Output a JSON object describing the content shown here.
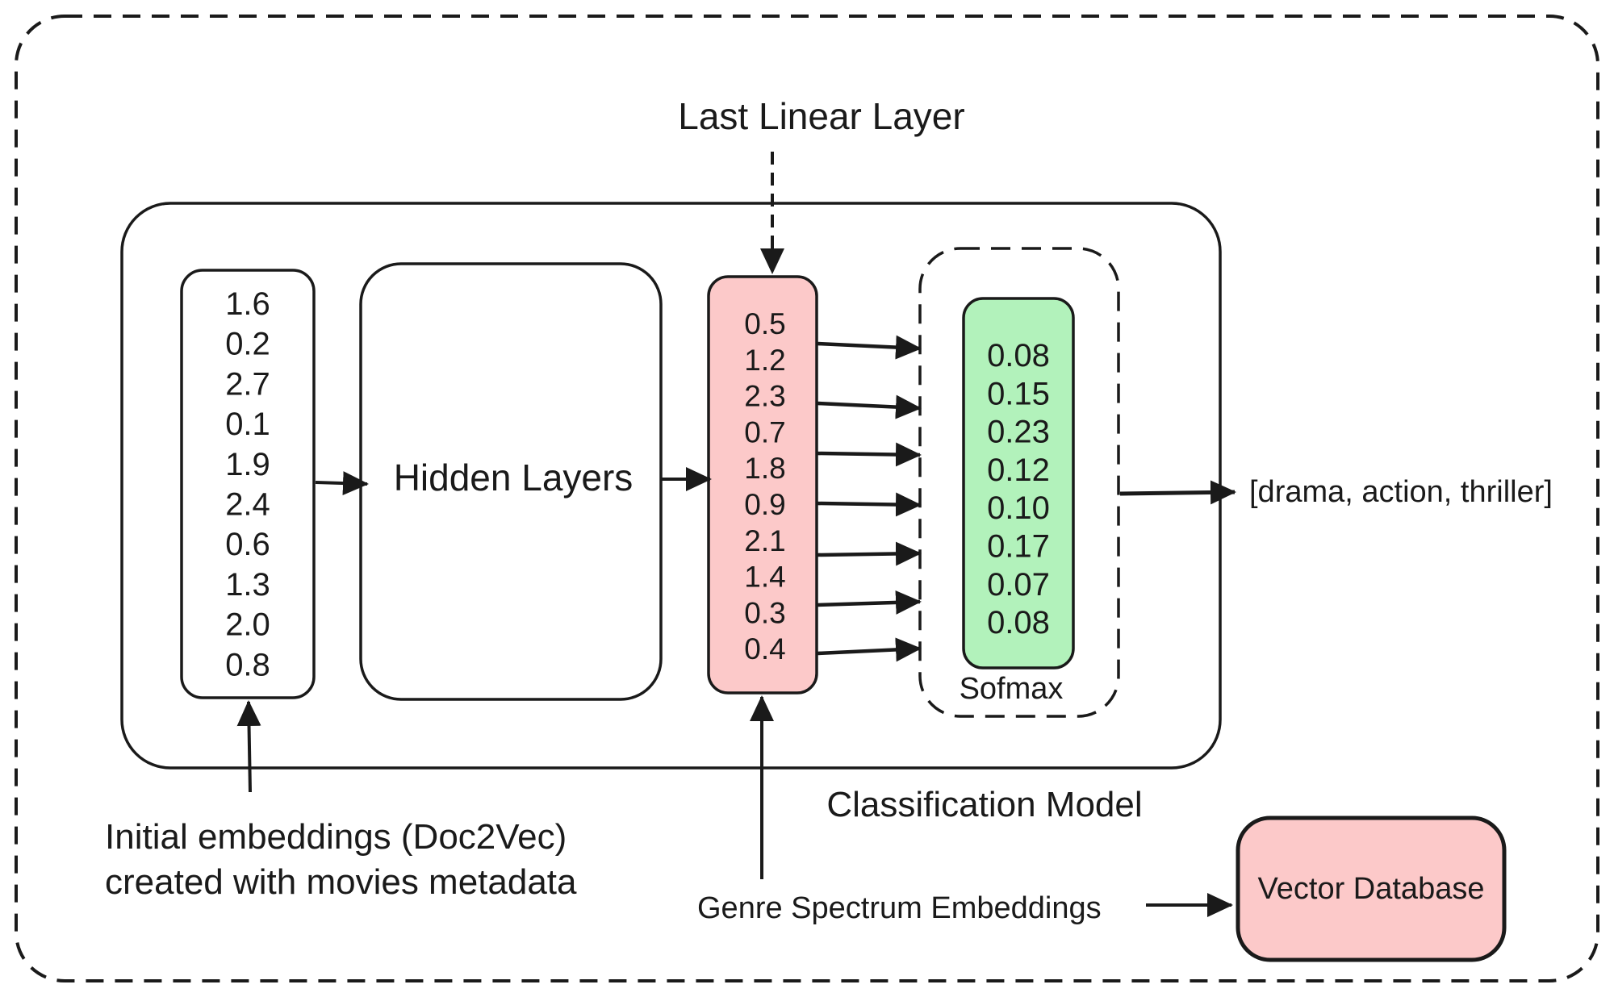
{
  "labels": {
    "last_linear_layer": "Last Linear Layer",
    "hidden_layers": "Hidden Layers",
    "softmax": "Sofmax",
    "output": "[drama, action, thriller]",
    "classification_model": "Classification Model",
    "initial_embeddings_line1": "Initial embeddings (Doc2Vec)",
    "initial_embeddings_line2": "created with movies metadata",
    "genre_spectrum": "Genre Spectrum Embeddings",
    "vector_database": "Vector Database"
  },
  "input_embedding": [
    "1.6",
    "0.2",
    "2.7",
    "0.1",
    "1.9",
    "2.4",
    "0.6",
    "1.3",
    "2.0",
    "0.8"
  ],
  "last_linear_values": [
    "0.5",
    "1.2",
    "2.3",
    "0.7",
    "1.8",
    "0.9",
    "2.1",
    "1.4",
    "0.3",
    "0.4"
  ],
  "softmax_values": [
    "0.08",
    "0.15",
    "0.23",
    "0.12",
    "0.10",
    "0.17",
    "0.07",
    "0.08"
  ],
  "colors": {
    "linear_fill": "#fcc9c9",
    "softmax_fill": "#b2f2bb",
    "vector_db_fill": "#fcc9c9",
    "stroke": "#1a1a1a"
  }
}
